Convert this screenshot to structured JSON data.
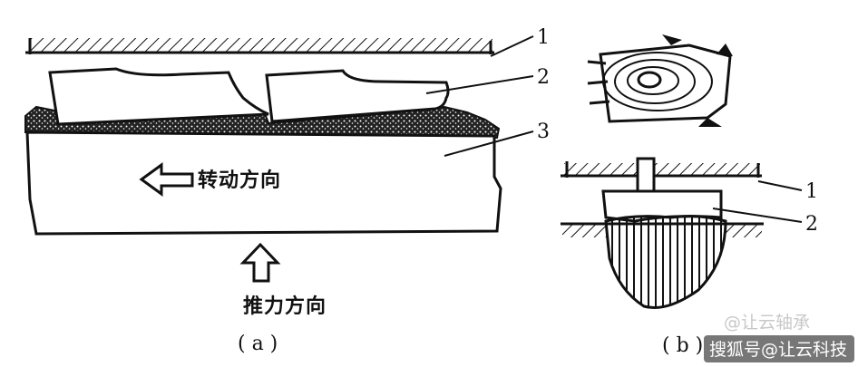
{
  "panel_a": {
    "callouts": [
      "1",
      "2",
      "3"
    ],
    "rotation_label": "转动方向",
    "thrust_label": "推力方向",
    "caption": "( a )"
  },
  "panel_b": {
    "callouts": [
      "1",
      "2"
    ],
    "caption": "( b )"
  },
  "watermark": {
    "ghost_text": "@让云轴承",
    "text": "搜狐号@让云科技"
  }
}
